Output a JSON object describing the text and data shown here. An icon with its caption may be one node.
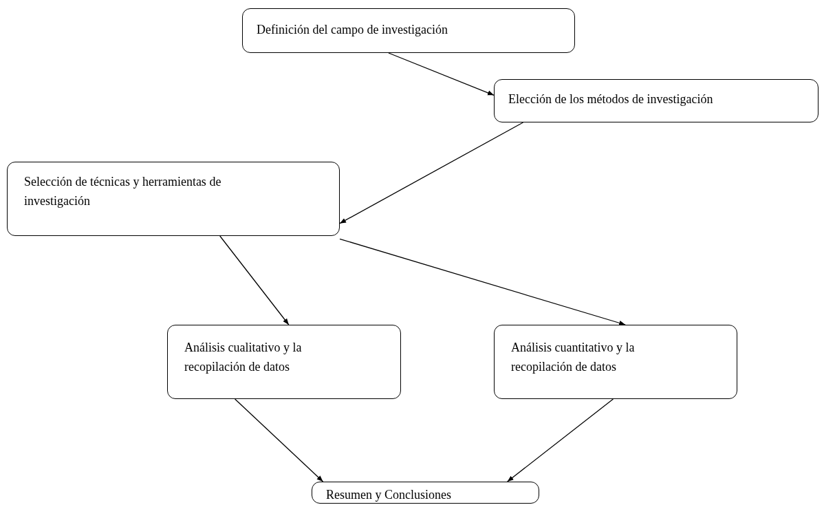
{
  "diagram": {
    "nodes": [
      {
        "text": [
          "Definición del campo de investigación"
        ]
      },
      {
        "text": [
          "Elección de los métodos de investigación"
        ]
      },
      {
        "text": [
          "Selección de técnicas y herramientas de investigación"
        ]
      },
      {
        "text": [
          "Análisis cualitativo y la recopilación de datos"
        ]
      },
      {
        "text": [
          "Análisis cuantitativo y la recopilación de datos"
        ]
      },
      {
        "text": [
          "Resumen y Conclusiones"
        ]
      }
    ],
    "edges": [
      {
        "from": 0,
        "to": 1,
        "arrow": "to"
      },
      {
        "from": 1,
        "to": 2,
        "arrow": "to"
      },
      {
        "from": 2,
        "to": 3,
        "arrow": "to"
      },
      {
        "from": 2,
        "to": 4,
        "arrow": "to"
      },
      {
        "from": 3,
        "to": 5,
        "arrow": "to"
      },
      {
        "from": 4,
        "to": 5,
        "arrow": "to"
      }
    ]
  }
}
